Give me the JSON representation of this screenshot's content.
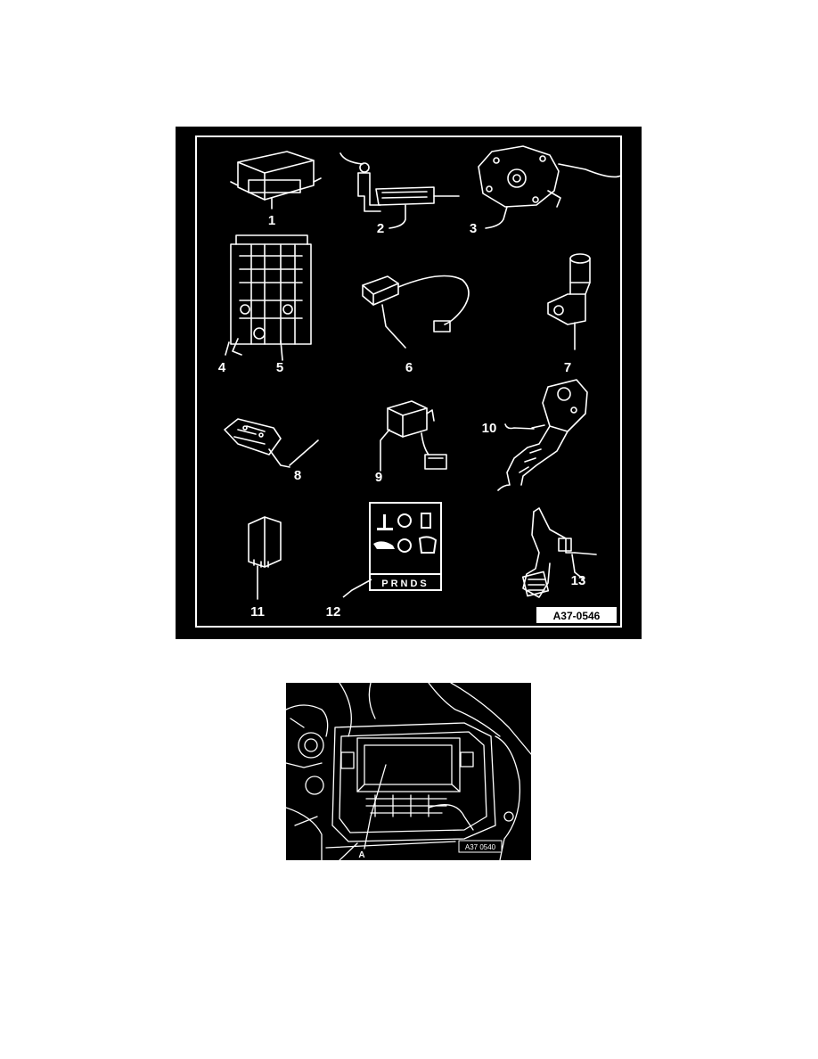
{
  "figure1": {
    "reference_code": "A37-0546",
    "callouts": [
      "1",
      "2",
      "3",
      "4",
      "5",
      "6",
      "7",
      "8",
      "9",
      "10",
      "11",
      "12",
      "13"
    ],
    "indicator_panel": {
      "gear_selector_text": "PRNDS"
    }
  },
  "figure2": {
    "reference_code": "A37 0540",
    "callout": "A"
  }
}
